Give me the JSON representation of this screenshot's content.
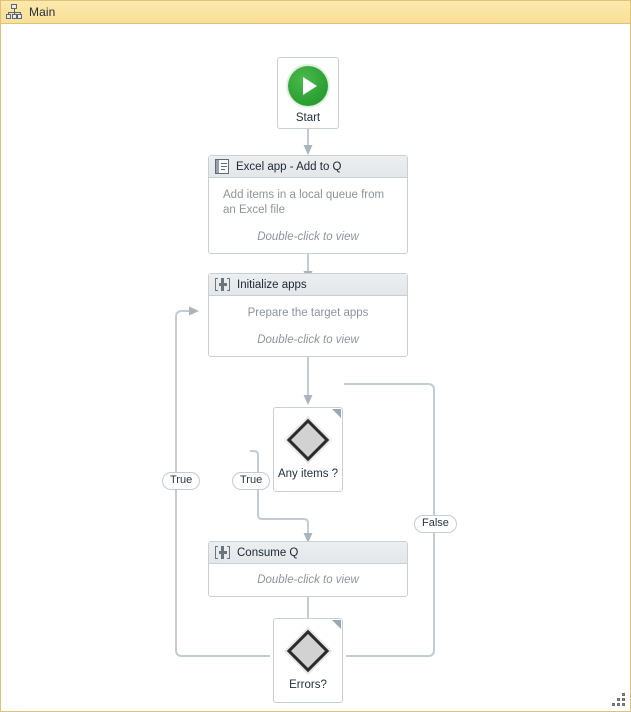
{
  "window": {
    "title": "Main",
    "title_icon": "hierarchy-icon",
    "accent_color": "#fbe3a0",
    "border_color": "#d9c47a"
  },
  "canvas": {
    "grip_icon": "resize-grip-icon"
  },
  "nodes": {
    "start": {
      "label": "Start",
      "icon": "play-icon",
      "icon_color": "#2a9e32"
    },
    "excel_app": {
      "title": "Excel app - Add to Q",
      "icon": "document-icon",
      "description": "Add items in a local queue from an Excel file",
      "hint": "Double-click to view"
    },
    "initialize_apps": {
      "title": "Initialize apps",
      "icon": "state-machine-icon",
      "description": "Prepare the target apps",
      "hint": "Double-click to view"
    },
    "any_items": {
      "label": "Any items ?",
      "icon": "decision-diamond-icon"
    },
    "consume_q": {
      "title": "Consume Q",
      "icon": "state-machine-icon",
      "hint": "Double-click to view"
    },
    "errors": {
      "label": "Errors?",
      "icon": "decision-diamond-icon"
    }
  },
  "connectors": {
    "errors_true": "True",
    "any_items_true": "True",
    "any_items_false": "False"
  }
}
